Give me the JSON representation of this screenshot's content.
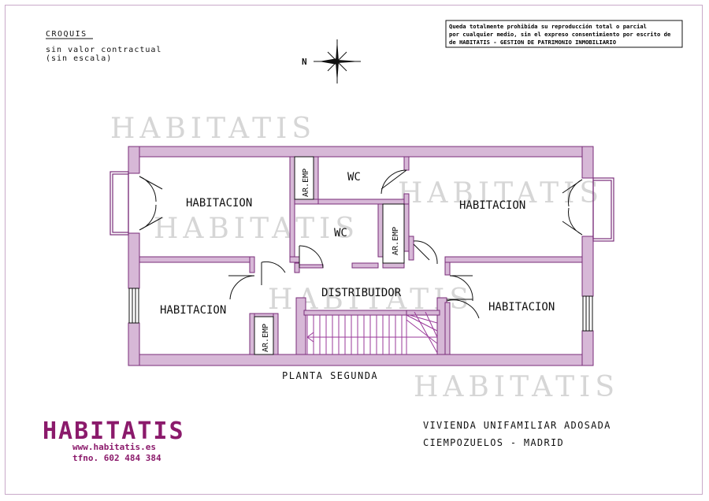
{
  "header": {
    "croquis": "CROQUIS",
    "note_line1": "sin valor contractual",
    "note_line2": "(sin escala)",
    "north": "N"
  },
  "legal": {
    "line1": "Queda totalmente prohibida su reproducción total o parcial",
    "line2": "por cualquier medio, sin el expreso consentimiento por escrito de",
    "line3": "de HABITATIS - GESTION DE PATRIMONIO INMOBILIARIO"
  },
  "watermark": "HABITATIS",
  "rooms": {
    "habitacion_nw": "HABITACION",
    "habitacion_ne": "HABITACION",
    "habitacion_sw": "HABITACION",
    "habitacion_se": "HABITACION",
    "wc_top": "WC",
    "wc_mid": "WC",
    "distribuidor": "DISTRIBUIDOR",
    "aremp": "AR.EMP"
  },
  "plan_title": "PLANTA SEGUNDA",
  "logo": {
    "brand": "HABITATIS",
    "web": "www.habitatis.es",
    "phone": "tfno. 602 484 384",
    "color": "#8b1a6b"
  },
  "property": {
    "line1": "VIVIENDA UNIFAMILIAR ADOSADA",
    "line2": "CIEMPOZUELOS - MADRID"
  },
  "colors": {
    "wall": "#d7b8d7",
    "wall_stroke": "#7a2d7a",
    "accent": "#8b1a6b",
    "stair": "#9a3a9a"
  }
}
